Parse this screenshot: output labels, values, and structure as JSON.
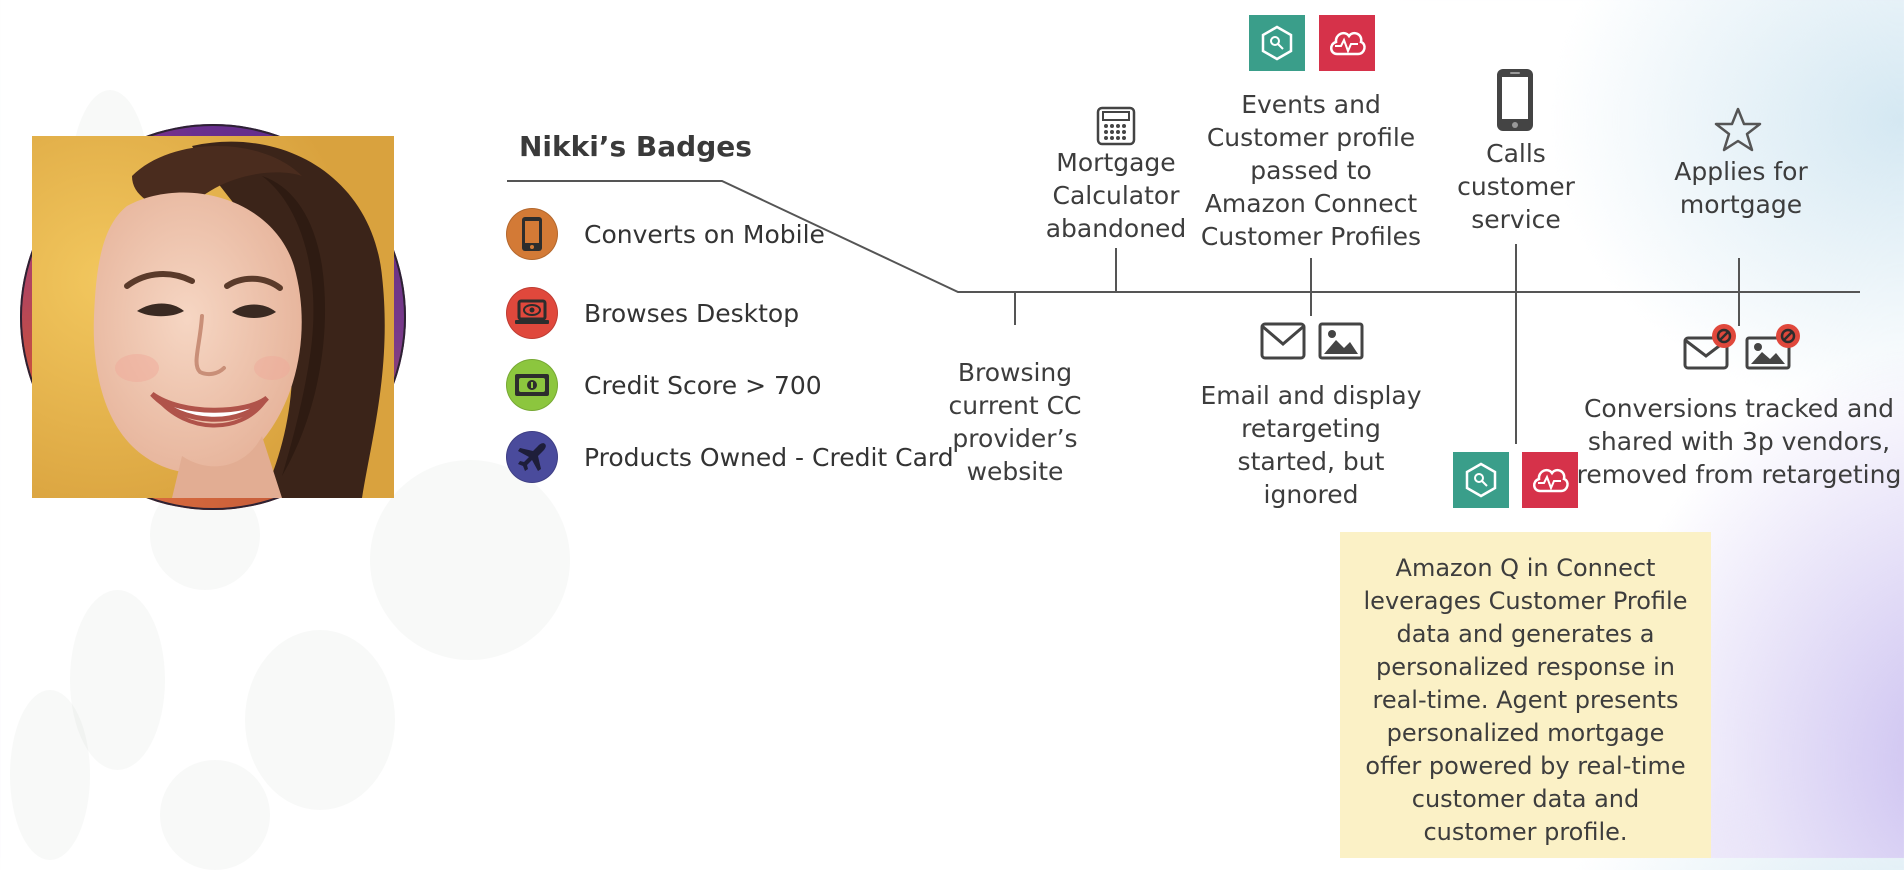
{
  "badges": {
    "title": "Nikki’s Badges",
    "items": [
      {
        "label": "Converts on Mobile",
        "icon": "mobile-phone-icon",
        "color": "#d37a36"
      },
      {
        "label": "Browses Desktop",
        "icon": "laptop-eye-icon",
        "color": "#e0483c"
      },
      {
        "label": "Credit Score > 700",
        "icon": "money-bill-icon",
        "color": "#8cc63e"
      },
      {
        "label": "Products Owned - Credit Card",
        "icon": "airplane-icon",
        "color": "#4a4b9c"
      }
    ]
  },
  "timeline": {
    "browsing": "Browsing current CC provider’s website",
    "mortgage_calc": "Mortgage Calculator abandoned",
    "events": "Events and Customer profile passed to Amazon Connect Customer Profiles",
    "email": "Email and display retargeting started, but ignored",
    "calls": "Calls customer service",
    "applies": "Applies for mortgage",
    "conversions": "Conversions tracked and shared with 3p vendors, removed from retargeting"
  },
  "callout": "Amazon Q in Connect leverages Customer Profile data and generates a personalized response in real-time. Agent presents personalized mortgage offer powered by real-time customer data and customer profile.",
  "colors": {
    "tile_green": "#3a9e8a",
    "tile_red": "#d6324a",
    "callout_bg": "#fbf1c6"
  }
}
